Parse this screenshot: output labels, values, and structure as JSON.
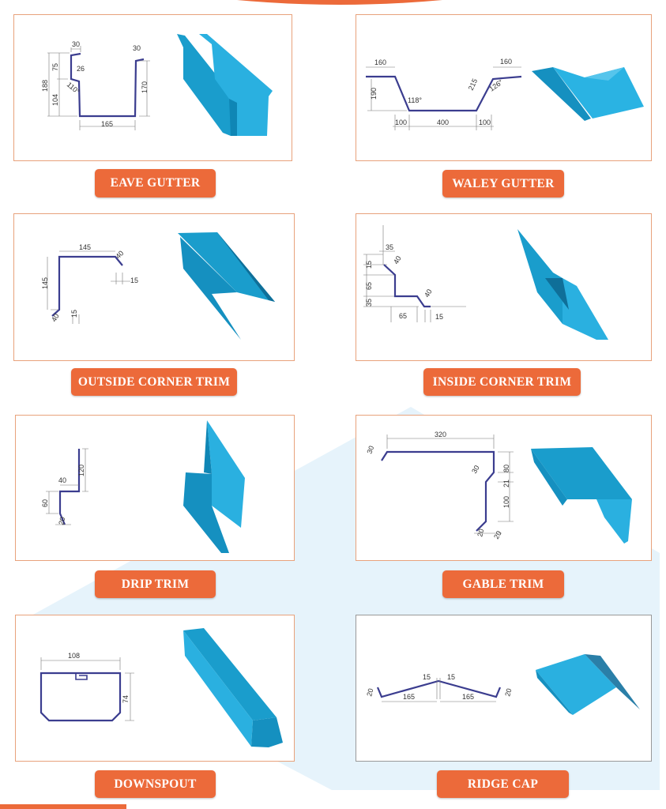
{
  "colors": {
    "accent": "#ec6a3a",
    "profile": "#3b3d8f",
    "metal": "#1aa0d0",
    "border": "#e8a27c"
  },
  "products": [
    {
      "name": "EAVE GUTTER",
      "dims": [
        "30",
        "30",
        "75",
        "188",
        "26",
        "110°",
        "104",
        "170",
        "165"
      ]
    },
    {
      "name": "WALEY GUTTER",
      "dims": [
        "160",
        "190",
        "118°",
        "100",
        "400",
        "100",
        "215",
        "126°",
        "160"
      ]
    },
    {
      "name": "OUTSIDE CORNER TRIM",
      "dims": [
        "145",
        "40",
        "15",
        "145",
        "40",
        "15"
      ]
    },
    {
      "name": "INSIDE CORNER TRIM",
      "dims": [
        "35",
        "40",
        "15",
        "65",
        "35",
        "40",
        "65",
        "15"
      ]
    },
    {
      "name": "DRIP TRIM",
      "dims": [
        "120",
        "40",
        "60",
        "20"
      ]
    },
    {
      "name": "GABLE TRIM",
      "dims": [
        "30",
        "320",
        "80",
        "30",
        "21",
        "100",
        "20",
        "20"
      ]
    },
    {
      "name": "DOWNSPOUT",
      "dims": [
        "108",
        "74"
      ]
    },
    {
      "name": "RIDGE CAP",
      "dims": [
        "20",
        "165",
        "15",
        "15",
        "165",
        "20"
      ]
    }
  ]
}
